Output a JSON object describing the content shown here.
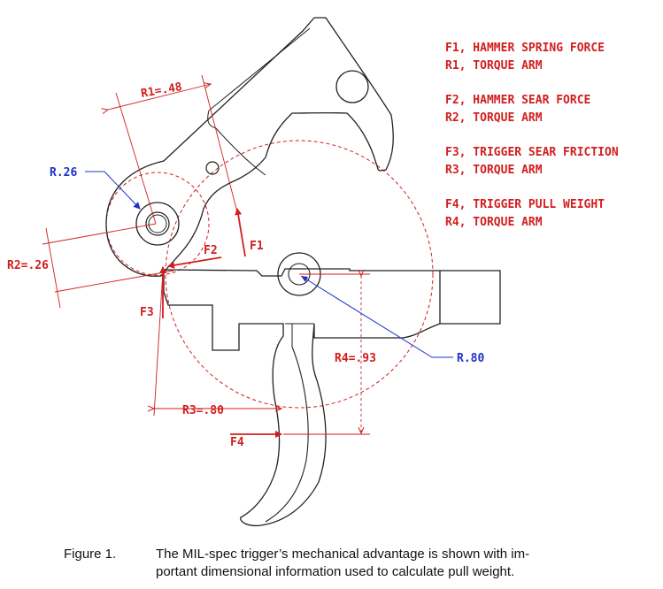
{
  "legend": [
    {
      "force": "F1, HAMMER SPRING FORCE",
      "arm": "R1, TORQUE ARM"
    },
    {
      "force": "F2, HAMMER SEAR FORCE",
      "arm": "R2, TORQUE ARM"
    },
    {
      "force": "F3, TRIGGER SEAR FRICTION",
      "arm": "R3, TORQUE ARM"
    },
    {
      "force": "F4, TRIGGER PULL WEIGHT",
      "arm": "R4, TORQUE ARM"
    }
  ],
  "labels": {
    "r1": "R1=.48",
    "r2": "R2=.26",
    "r3": "R3=.80",
    "r4": "R4=.93",
    "radius_hammer": "R.26",
    "radius_trigger": "R.80",
    "f1": "F1",
    "f2": "F2",
    "f3": "F3",
    "f4": "F4"
  },
  "caption": {
    "number": "Figure 1.",
    "line1": "The MIL-spec trigger’s mechanical advantage is shown with im-",
    "line2": "portant dimensional information used to calculate pull weight."
  },
  "colors": {
    "dimension_red": "#d21e1e",
    "radius_blue": "#1e32c8",
    "outline": "#222222"
  }
}
